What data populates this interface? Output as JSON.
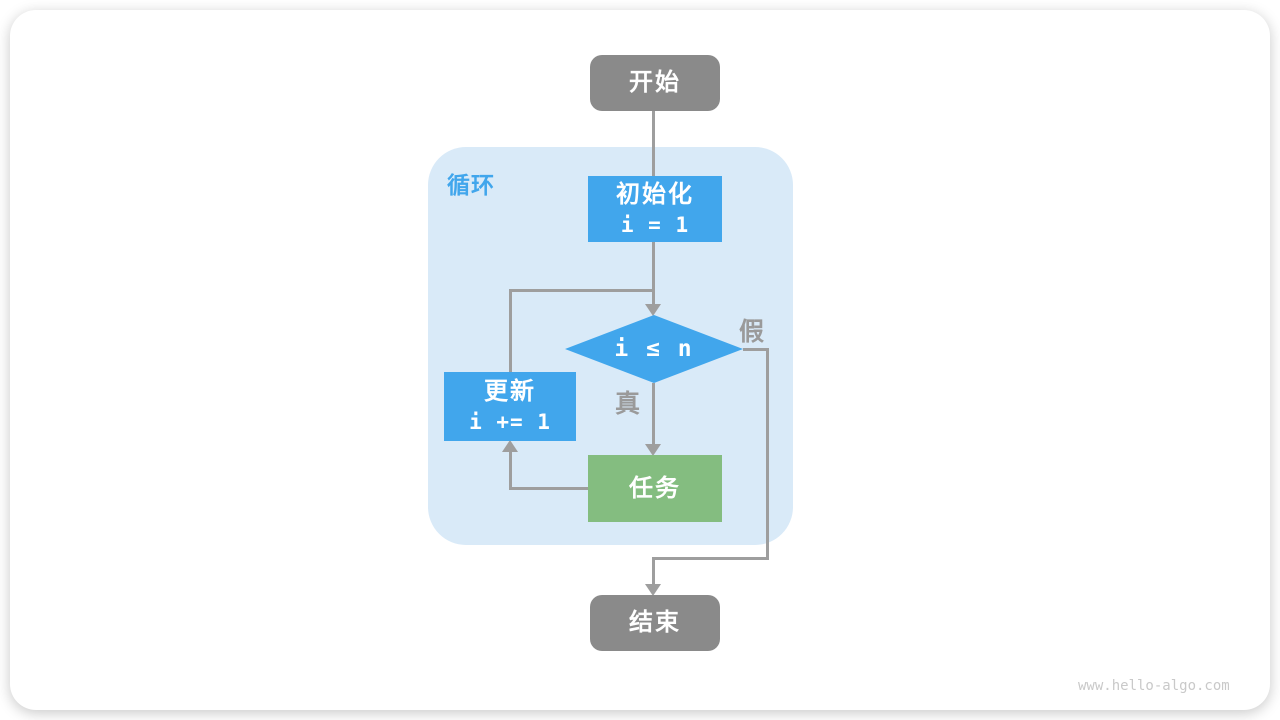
{
  "diagram": {
    "loop_label": "循环",
    "nodes": {
      "start": {
        "label": "开始"
      },
      "init": {
        "label": "初始化",
        "code": "i = 1"
      },
      "condition": {
        "label": "i ≤ n"
      },
      "update": {
        "label": "更新",
        "code": "i += 1"
      },
      "task": {
        "label": "任务"
      },
      "end": {
        "label": "结束"
      }
    },
    "branches": {
      "true_label": "真",
      "false_label": "假"
    },
    "watermark": "www.hello-algo.com"
  },
  "colors": {
    "blue": "#41A6EC",
    "green": "#84BD80",
    "gray": "#8A8A8A",
    "container": "#D9EAF8",
    "line": "#9E9E9E",
    "labelgray": "#9A9A9A",
    "watermark": "#C9C9C9"
  }
}
